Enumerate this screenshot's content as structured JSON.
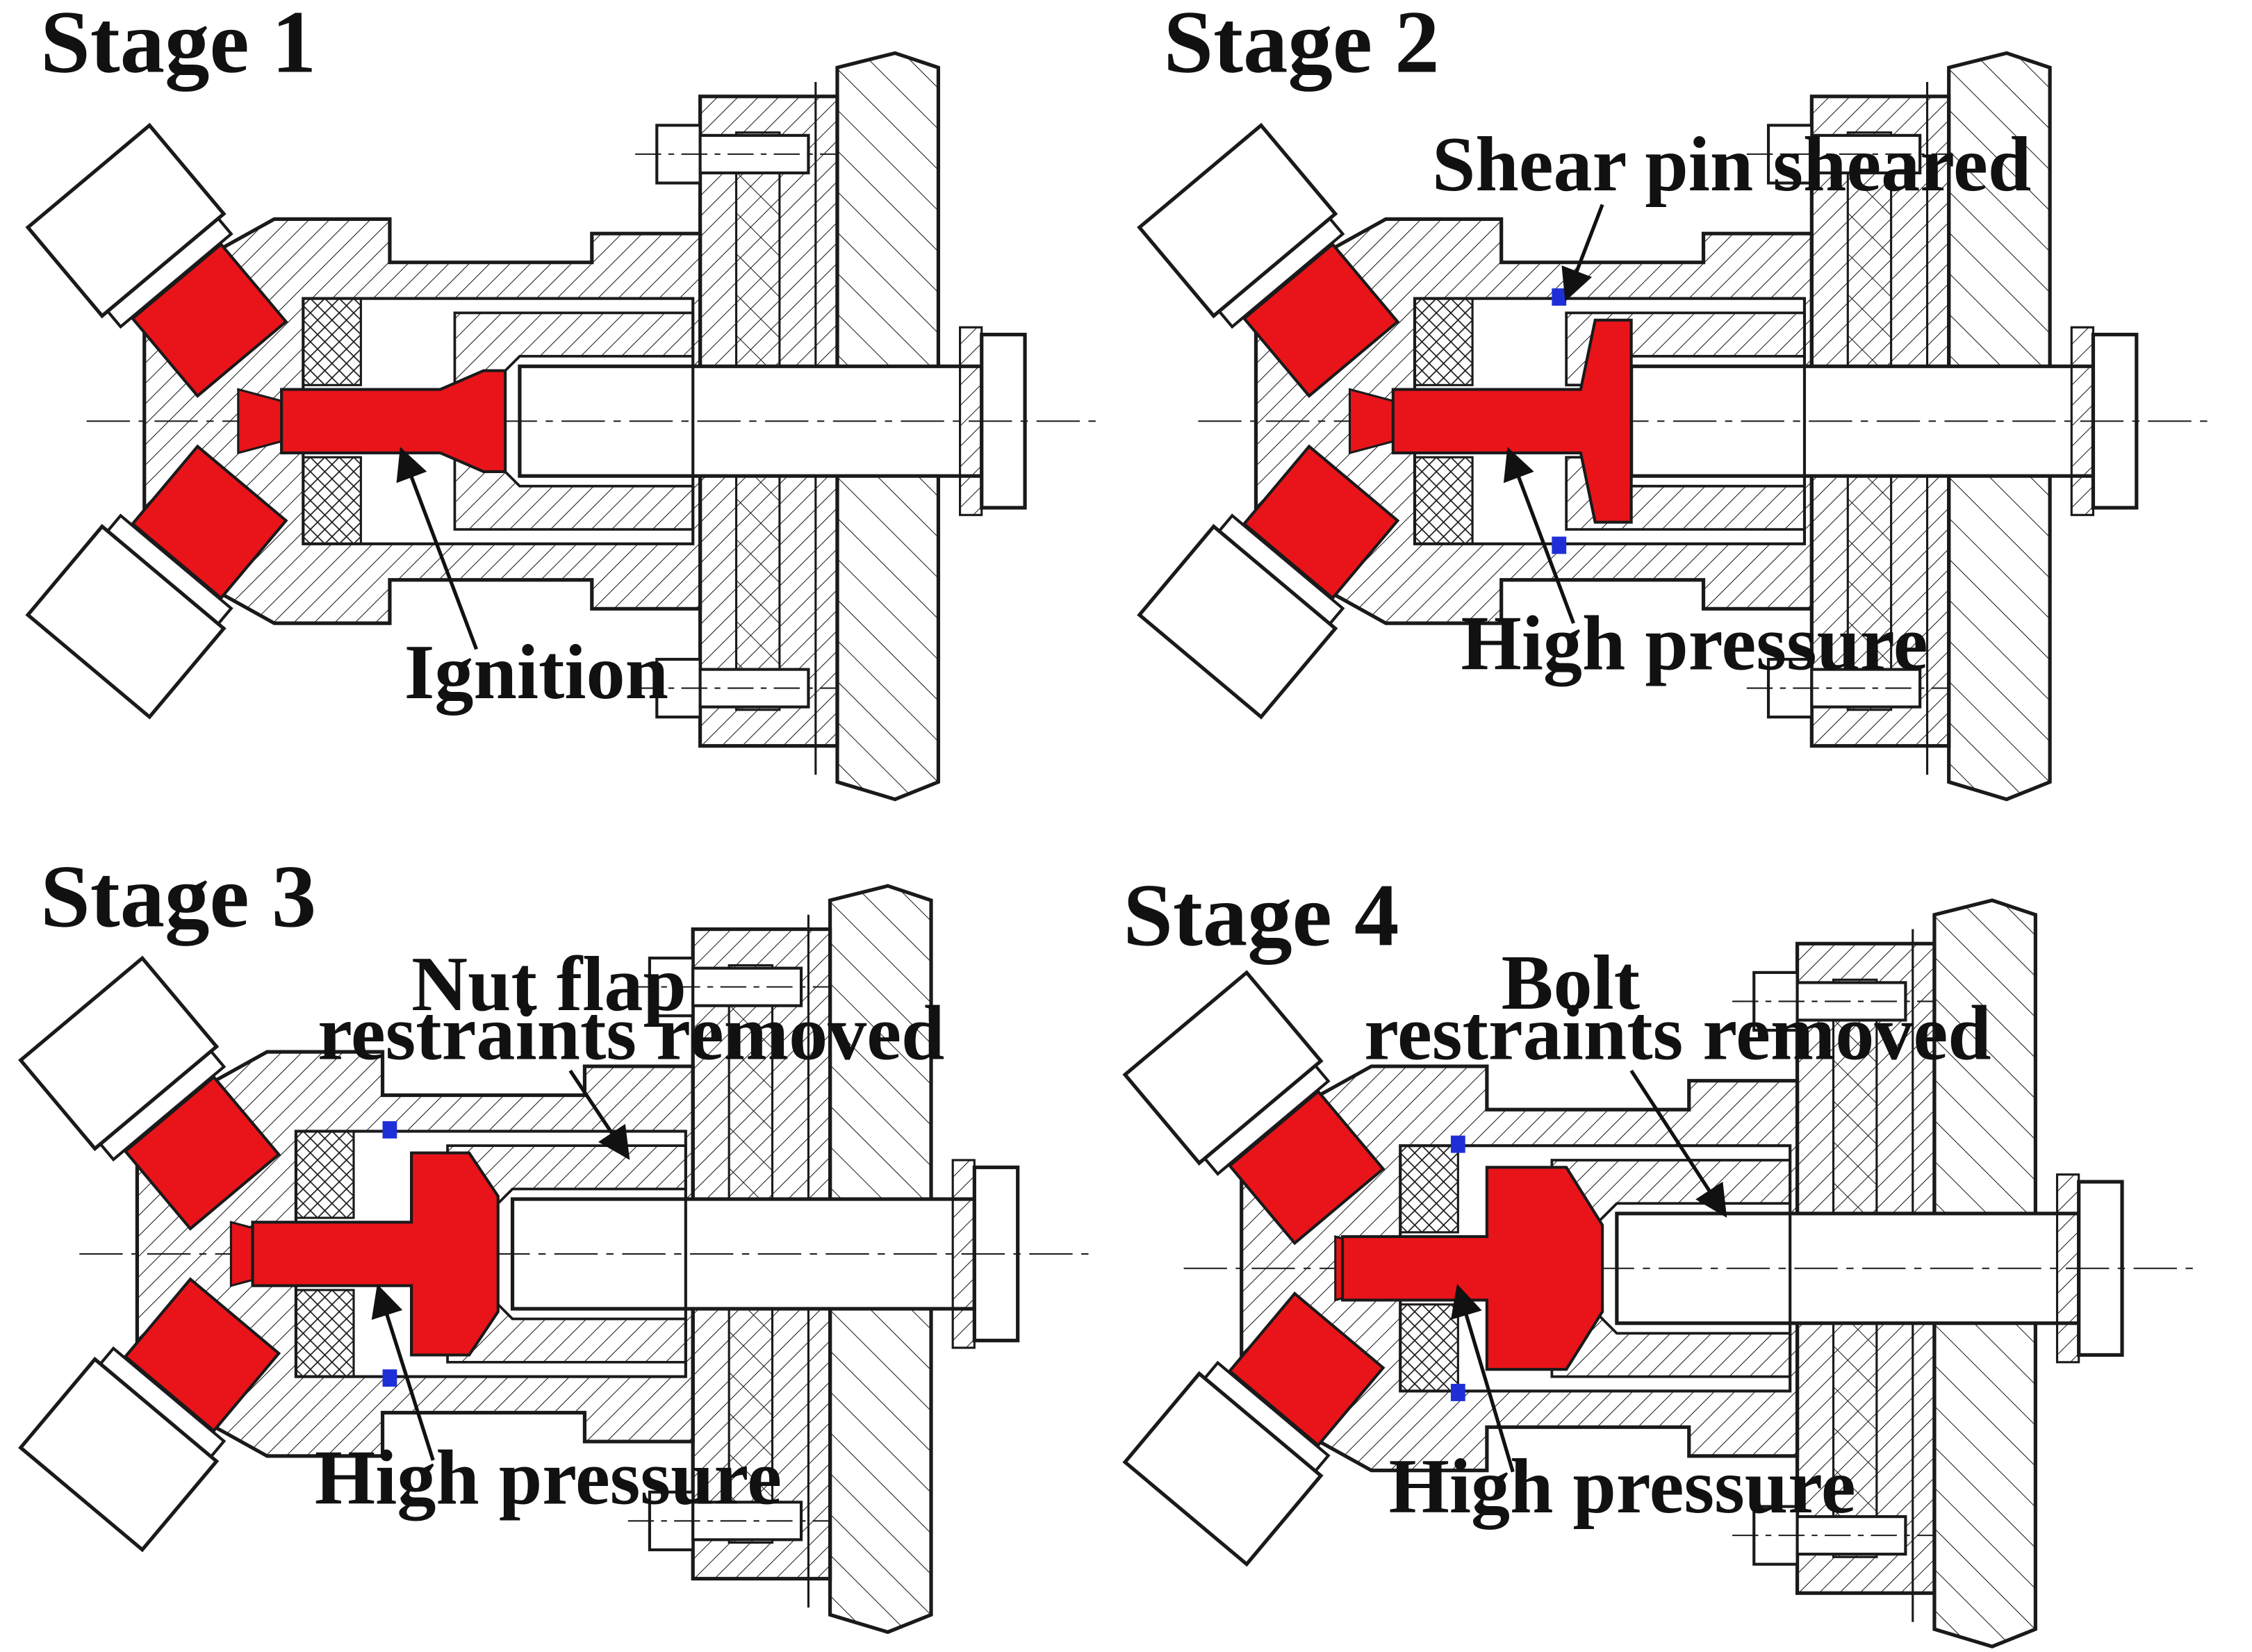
{
  "colors": {
    "line": "#1a1a1a",
    "pyro_charge": "#e8141a",
    "seal": "#1f2fd8",
    "background": "#ffffff"
  },
  "stages": [
    {
      "title": "Stage 1",
      "labels": [
        "Ignition"
      ]
    },
    {
      "title": "Stage 2",
      "labels": [
        "Shear pin sheared",
        "High pressure"
      ]
    },
    {
      "title": "Stage 3",
      "labels": [
        "Nut flap",
        "restraints removed",
        "High pressure"
      ]
    },
    {
      "title": "Stage 4",
      "labels": [
        "Bolt",
        "restraints removed",
        "High pressure"
      ]
    }
  ]
}
